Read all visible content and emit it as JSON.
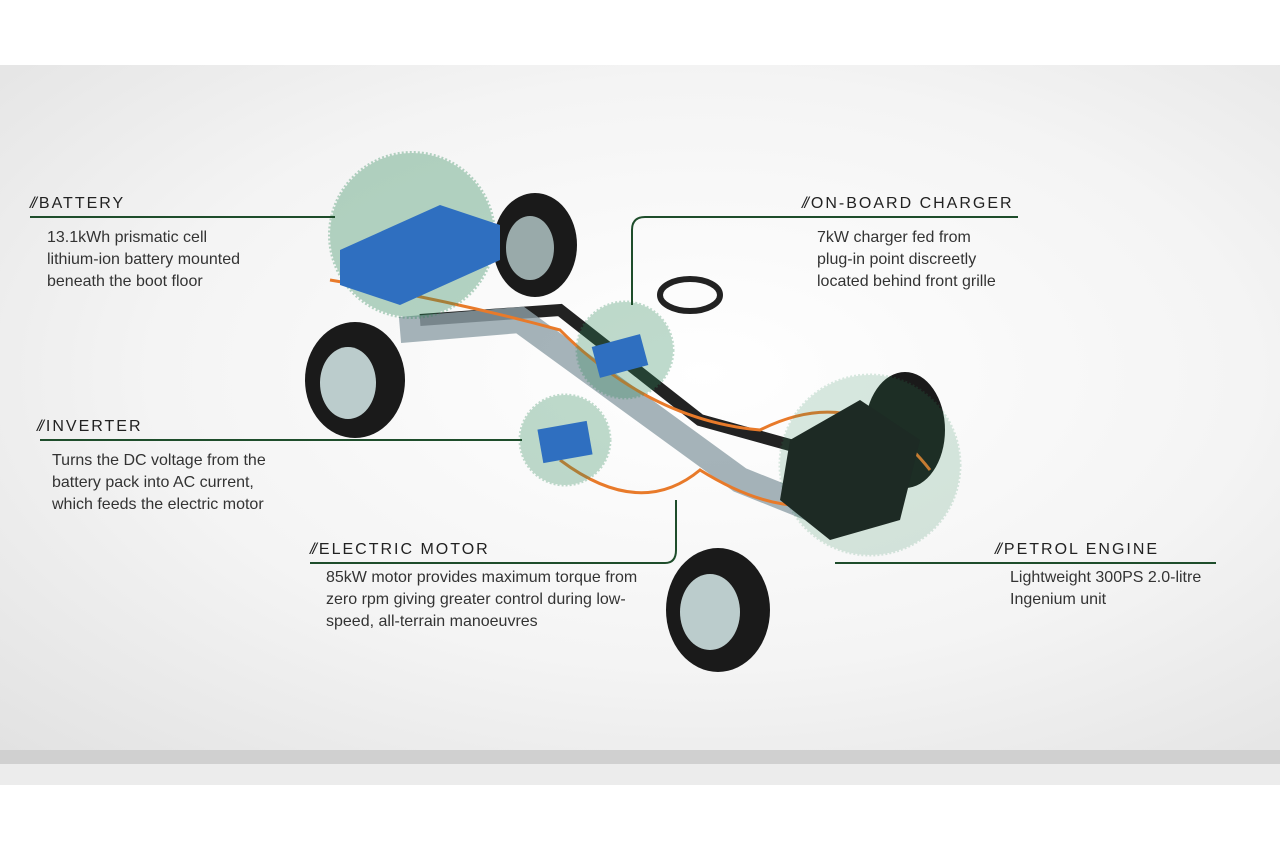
{
  "callouts": [
    {
      "prefix": "//",
      "title": "BATTERY",
      "lines": [
        "13.1kWh prismatic cell",
        "lithium-ion battery mounted",
        "beneath the boot floor"
      ]
    },
    {
      "prefix": "//",
      "title": "ON-BOARD CHARGER",
      "lines": [
        "7kW charger fed from",
        "plug-in point discreetly",
        "located behind front grille"
      ]
    },
    {
      "prefix": "//",
      "title": "INVERTER",
      "lines": [
        "Turns the DC voltage from the",
        "battery pack into AC current,",
        "which feeds the electric motor"
      ]
    },
    {
      "prefix": "//",
      "title": "ELECTRIC MOTOR",
      "lines": [
        "85kW motor provides maximum torque from",
        "zero rpm giving greater control during low-",
        "speed, all-terrain manoeuvres"
      ]
    },
    {
      "prefix": "//",
      "title": "PETROL ENGINE",
      "lines": [
        "Lightweight 300PS 2.0-litre",
        "Ingenium unit"
      ]
    }
  ],
  "colors": {
    "accent": "#1e4d2b",
    "highlight": "#2f8a5a",
    "battery": "#2f6fc0",
    "cable": "#e87a2a"
  }
}
